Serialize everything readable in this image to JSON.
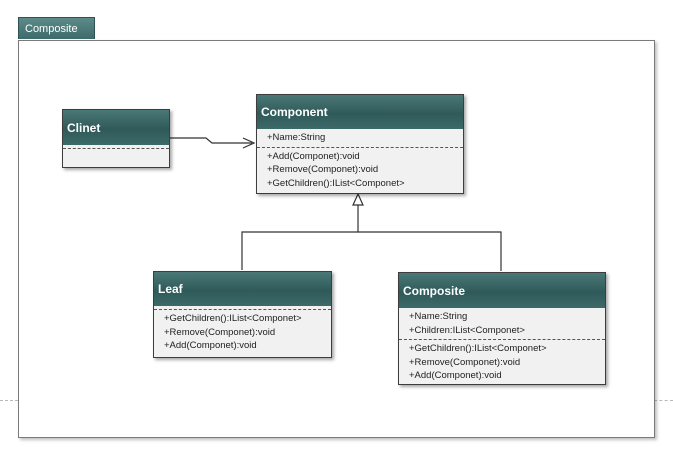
{
  "frame": {
    "tab_label": "Composite"
  },
  "classes": {
    "client": {
      "name": "Clinet",
      "attributes": [],
      "methods": []
    },
    "component": {
      "name": "Component",
      "attributes": [
        "+Name:String"
      ],
      "methods": [
        "+Add(Componet):void",
        "+Remove(Componet):void",
        "+GetChildren():IList<Componet>"
      ]
    },
    "leaf": {
      "name": "Leaf",
      "attributes": [],
      "methods": [
        "+GetChildren():IList<Componet>",
        "+Remove(Componet):void",
        "+Add(Componet):void"
      ]
    },
    "composite": {
      "name": "Composite",
      "attributes": [
        "+Name:String",
        "+Children:IList<Componet>"
      ],
      "methods": [
        "+GetChildren():IList<Componet>",
        "+Remove(Componet):void",
        "+Add(Componet):void"
      ]
    }
  },
  "relations": [
    {
      "from": "Clinet",
      "to": "Component",
      "kind": "association"
    },
    {
      "from": "Leaf",
      "to": "Component",
      "kind": "generalization"
    },
    {
      "from": "Composite",
      "to": "Component",
      "kind": "generalization"
    }
  ],
  "colors": {
    "header": "#3c6a69",
    "body": "#f1f1f1",
    "border": "#3d3d3d"
  }
}
